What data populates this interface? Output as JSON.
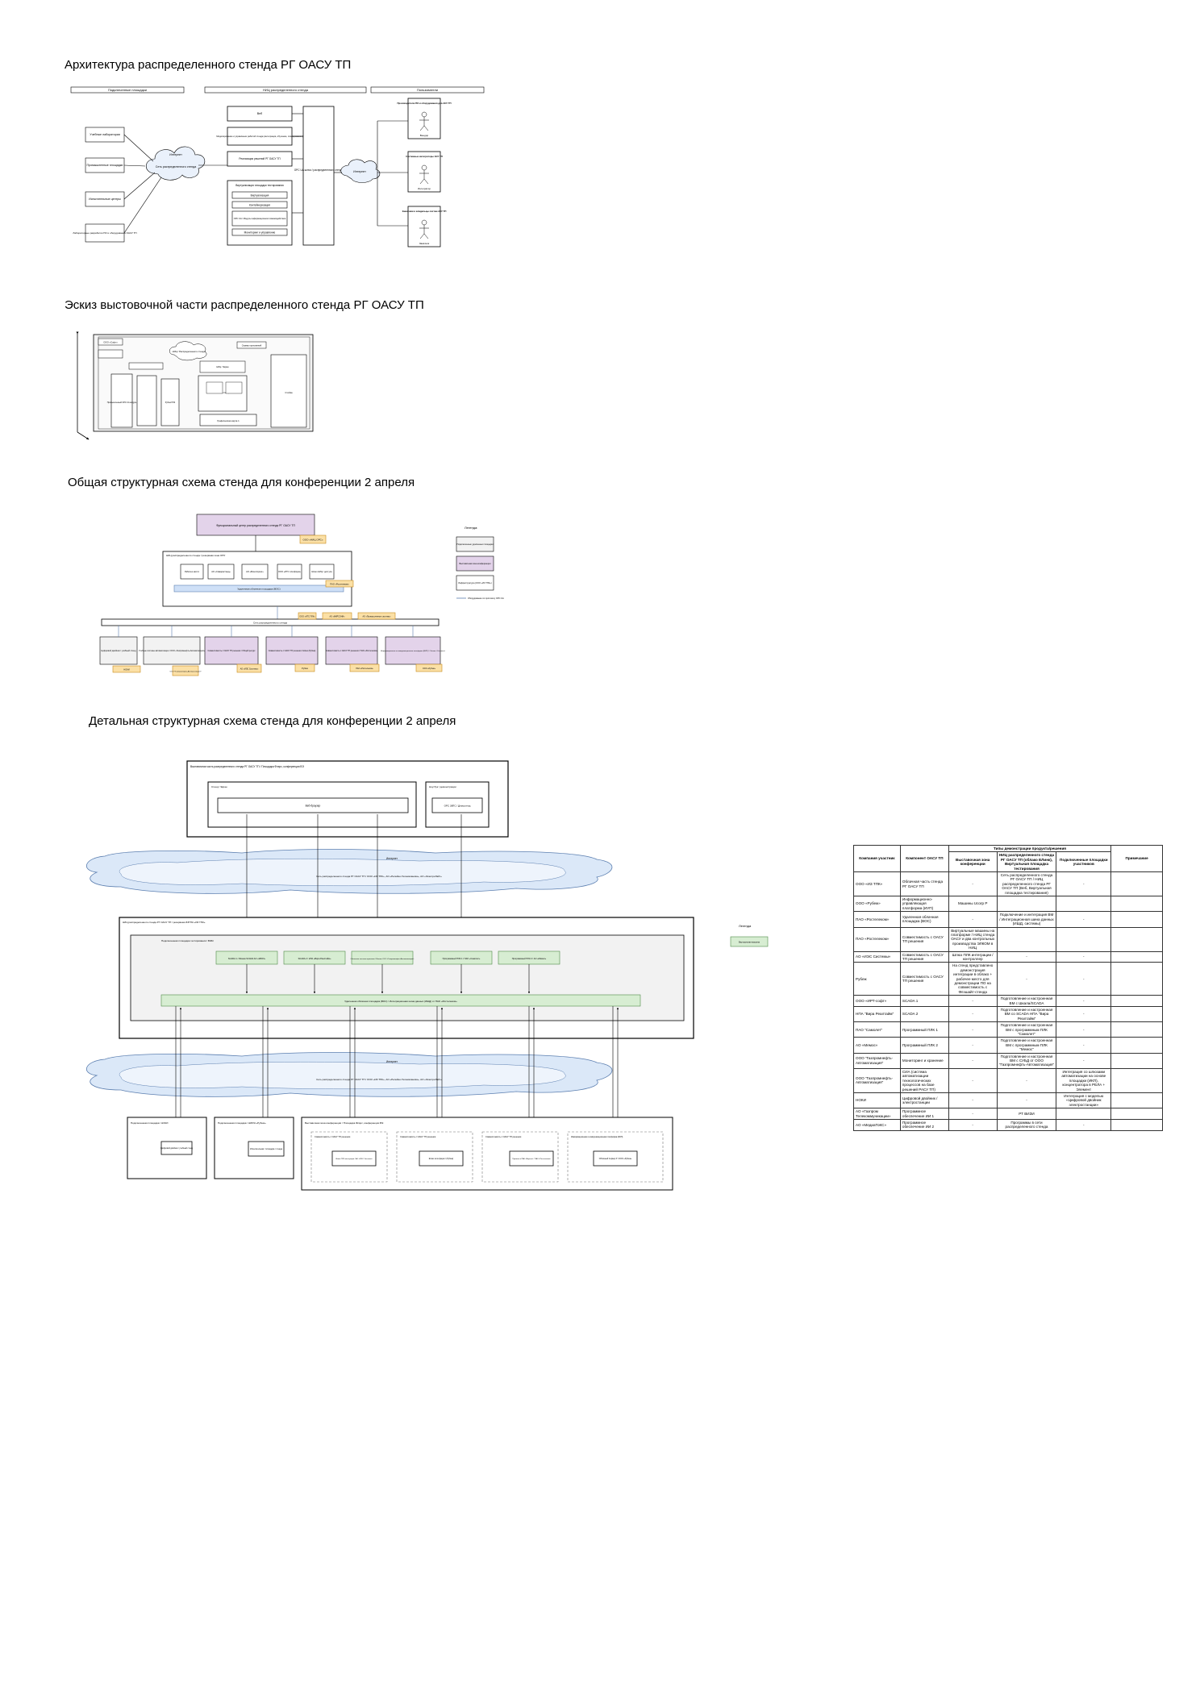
{
  "titles": {
    "t1": "Архитектура распределенного стенда РГ ОАСУ ТП",
    "t2": "Эскиз выстовочной части распределенного стенда РГ ОАСУ ТП",
    "t3": "Общая структурная схема стенда для конференции 2 апреля",
    "t4": "Детальная структурная схема стенда для конференции 2 апреля"
  },
  "colors": {
    "purple": "#e3d3ea",
    "orange": "#fbe0a6",
    "green": "#d7edd2",
    "blue": "#cfe0f7",
    "gray": "#f2f2f2",
    "stroke": "#000000"
  },
  "diagram1": {
    "col_left": "Подключенные площадки",
    "col_mid": "НИЦ распределенного стенда",
    "col_right": "Пользователи",
    "left_items": [
      "Учебные лаборатории",
      "Промышленные площадки",
      "Испытательные центры",
      "Лабораторные разработки ПО и оборудования ОАСУ ТП"
    ],
    "cloud": "Сеть распределенного стенда",
    "cloud_top": "Интернет",
    "mid_items": [
      "Веб",
      "Моделирование и управление работой стенда (интеграция, обучение, планирование)",
      "Реализация решений РГ ОАСУ ТП"
    ],
    "mid_group": "Виртуализация площадки тестирования",
    "mid_sub": [
      "Виртуализация",
      "Контейнеризация",
      "OPC UA / Модуль информационного взаимодействия",
      "Мониторинг и управление"
    ],
    "tall_box": "OPC UA шлюз / распределенного стенда",
    "internet": "Интернет",
    "users": [
      {
        "title": "Производители ПО и оборудования для АСУ ТП",
        "role": "Вендор"
      },
      {
        "title": "Системные интеграторы АСУ ТП",
        "role": "Интегратор"
      },
      {
        "title": "Заказчики и владельцы систем АСУ ТП",
        "role": "Заказчик"
      }
    ]
  },
  "diagram2": {
    "labels": [
      "ООО «Софт»",
      "НИЦ / Распределенного стенда",
      "Сервер приложений",
      "Промышленный OPC UA модуль",
      "НИЦ / Экран",
      "Рабочая станция",
      "Рубеж ПЛК",
      "Стойка",
      "Рабочее место",
      "Графическая карта 1"
    ]
  },
  "diagram3": {
    "top": "Функциональный центр распределенного стенда РГ ОАСУ ТП",
    "top_tag": "ООО «НИЦ ОРС»",
    "nic": "НИЦ распределенного стенда / резервная зона ОПУ",
    "nic_items": [
      "Рабочее место",
      "АО «Самарастанд»",
      "АО «Мониторинг»",
      "ООО «ИТС платформ»",
      "Шлюз НИЦ / доступа"
    ],
    "bus": "Удаленная облачная площадка (ВОС)",
    "bus_tag": "ПАО «Ростелеком»",
    "net": "Сеть распределенного стенда",
    "net_tags": [
      "ООО «ИТС ПЛК»",
      "АО «МИРСОНИ»",
      "АО «Промышленные системы»"
    ],
    "bottom": [
      {
        "t": "Цифровой двойник / учебный стенд",
        "tag": "НОКИ"
      },
      {
        "t": "Учебные системы автоматизации / ООО «Газпромнефть-Автоматизация»",
        "tag": "ООО «Газпромнефть-Автоматизация»"
      },
      {
        "t": "Совместимость с ОАСУ ТП решения / Общий ресурс",
        "tag": "АО «ИЭС Системы»"
      },
      {
        "t": "Совместимость с ОАСУ ТП решения / Шлюз (Рубеж)",
        "tag": "Рубеж"
      },
      {
        "t": "Совместимость с ОАСУ ТП решения / ПАО «Ростелеком»",
        "tag": "ПАО «Ростелеком»"
      },
      {
        "t": "Информационная и коммуникационная платформа (ИКП) / Облако «Сетевые»",
        "tag": "ООО «Рубеж»"
      }
    ],
    "legend_title": "Легенда:",
    "legend": [
      "Подключенные удаленные площадки",
      "Выставочная зона конференции",
      "Инфраструктура (ООО «ИЗ ТПК»)",
      "Оборудование по протоколу OPC UA"
    ]
  },
  "diagram4": {
    "top_box": "Выставочная часть распределенного стенда РГ ОАСУ ТП / Площадка Флэрс, конференции ВЭ",
    "top_inner": "Стенд / Экран",
    "top_bar": "Веб-браузер",
    "top_right": "Ноутбук / демонстрации",
    "top_right_inner": "OPC ЗВТС / Демостенд",
    "cloud1_label": "Интернет",
    "cloud1": "Сеть распределенного стенда РГ ОАСУ ТП / ООО «ИЗ ТПК», АО «Релейно-Телемеханика», АО «ЭлектроЛайт»",
    "mid_box": "НИЦ распределенного стенда РГ ОАСУ ТП / резервная ИЗТПК «ИЗ ТПК»",
    "mid_inner": "Подключенная площадка тестирования / ВЭМ",
    "mid_items": [
      "SCADA 1 / Иконка SCADA АО «ЭЛКО»",
      "SCADA 2 / НПА «Вира Реалтайм»",
      "Облачные системы хранения / Иконка ООО «Газпромнефть-Автоматизация»",
      "Программный ПЛК 1 / ПАО «Самолет»",
      "Программный ПЛК 2 / АО «Мемос»"
    ],
    "bus": "Удаленная облачная площадка (ВОС) / Интеграционная шина данных (ИШД) от ПАО «Ростелеком»",
    "cloud2_label": "Интернет",
    "cloud2": "Сеть распределенного стенда РГ ОАСУ ТП / ООО «ИЗ ТПК», АО «Релейно-Телемеханика», АО «ЭлектроЛайт»",
    "bottom": [
      {
        "outer": "Подключенная площадка / НОКИ",
        "inner": "Цифровой двойник / учебный стенд"
      },
      {
        "outer": "Подключенная площадка / НИИЭ «Рубеж»",
        "inner": "Испытательная / площадка / стенда"
      },
      {
        "outer": "Выставочная зона конференции / Площадка Флэрс, конференции ВЭ",
        "inner": ""
      }
    ],
    "bottom_subs": [
      "Шлюз ПЛК интеграции / АО «ИЭС Системы»",
      "Шлюз интеграции / (Рубеж)",
      "Правила и ПАК «Ворота» / ПАО «Ростелеком»",
      "Облачный Сервер P / ООО «Рубеж»"
    ],
    "bottom_sub_titles": [
      "Совместимость с ОАСУ ТП решения",
      "Совместимость с ОАСУ ТП решения",
      "Совместимость с ОАСУ ТП решения",
      "Информационная и коммуникационная платформа (ИКП)"
    ],
    "legend_title": "Легенда",
    "legend_item": "Виртуальная машина"
  },
  "matrix": {
    "header_group": "Типы демонстрации продукта/решения",
    "header_extra": "Примечание",
    "headers": [
      "Компания участник",
      "Компонент ОАСУ ТП",
      "Выставочная зона конференции",
      "НИЦ распределенного стенда РГ ОАСУ ТП (облако ЕЛинк), Виртуальная площадка тестирования",
      "Подключенные площадки участников"
    ],
    "rows": [
      [
        "ООО «ИЗ ТПК»",
        "Облачная часть стенда РГ ОАСУ ТП",
        "-",
        "Сеть распределенного стенда РГ ОАСУ ТП / НИЦ распределенного стенда РГ ОАСУ ТП (Веб, Виртуальная площадка тестирования)",
        "-"
      ],
      [
        "ООО «Рубеж»",
        "Информационно-управляющая платформа (ИУП)",
        "Машины Ucorp P",
        "",
        ""
      ],
      [
        "ПАО «Ростелеком»",
        "Удаленная облачная площадка (ВОС)",
        "-",
        "Подключение и интеграция ВМ / Интеграционная шина данных (ИШД, системы)",
        "-"
      ],
      [
        "ПАО «Ростелеком»",
        "Совместимость с ОАСУ ТП решения",
        "Виртуальные машины на платформе / НИЦ стенда ОАСУ и два контрольных производства ЭЛКОМ в НИЦ",
        "",
        ""
      ],
      [
        "АО «ИЭС Системы»",
        "Совместимость с ОАСУ ТП решения",
        "Шлюз ПЛК интеграции / контроллер",
        "-",
        "-"
      ],
      [
        "Рубеж",
        "Совместимость с ОАСУ ТП решения",
        "На стенд представлено демонстрация интеграции в облако + рабочее место для демонстрации ПО на совместимость с Флэшайт-стенда",
        "-",
        "-"
      ],
      [
        "ООО «ИРТ-софт»",
        "SCADA 1",
        "-",
        "Подготовление и настроенная ВМ с Шкала/SCADA",
        "-"
      ],
      [
        "НПА \"Вира Реалтайм\"",
        "SCADA 2",
        "-",
        "Подготовление и настроенная ВМ со SCADA НПА \"Вира Реалтайм\"",
        "-"
      ],
      [
        "ПАО \"Самолет\"",
        "Программный ПЛК 1",
        "-",
        "Подготовление и настроенная ВМ с программным ПЛК \"Самолет\"",
        "-"
      ],
      [
        "АО «Мемос»",
        "Программный ПЛК 2",
        "-",
        "Подготовление и настроенная ВМ с программным ПЛК \"Мемос\"",
        "-"
      ],
      [
        "ООО \"Газпромнефть-Автоматизация\"",
        "Мониторинг и хранение",
        "-",
        "Подготовление и настроенная ВМ с СУБД от ООО \"Газпромнефть-Автоматизация\"",
        "-"
      ],
      [
        "ООО \"Газпромнефть-Автоматизация\"",
        "СИА (система автоматизации технологических процессов на базе решений РАСУ ТП)",
        "-",
        "-",
        "Интеграция со шлюзами автоматизации на основе площадки (ИКП), концентратора в РЕЛА + Элемент"
      ],
      [
        "НОКИ",
        "Цифровой двойник / электростанции",
        "-",
        "-",
        "Интеграция с моделью «Цифровой двойник электростанции»"
      ],
      [
        "АО «Газпром Телекоммуникации»",
        "Программное обеспечение ИИ 1",
        "-",
        "РТ ВИЗИ",
        ""
      ],
      [
        "АО «МедиаТоКС»",
        "Программное обеспечение ИИ 2",
        "-",
        "Программы в сети распределенного стенда",
        "-"
      ]
    ]
  }
}
